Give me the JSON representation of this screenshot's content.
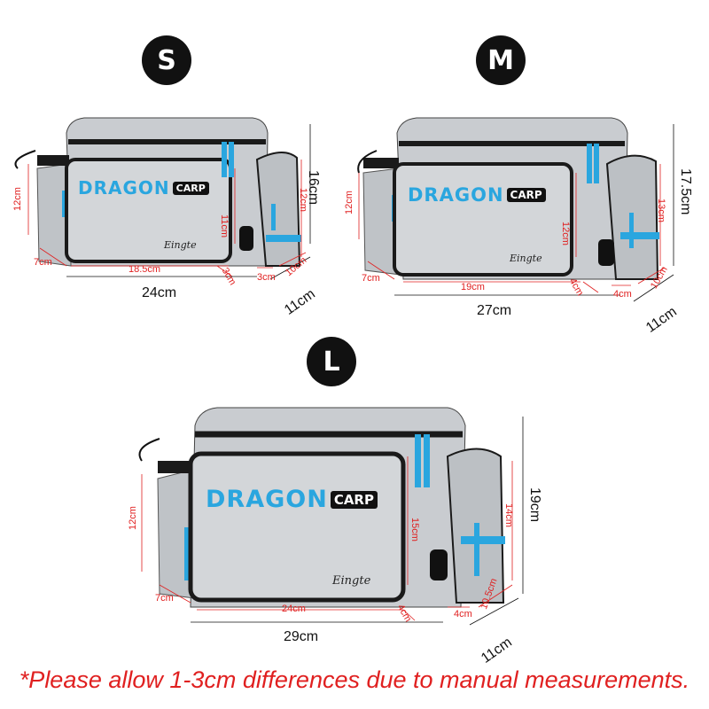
{
  "sizes": [
    {
      "badge": "S",
      "brand": {
        "dragon": "DRAGON",
        "carp": "CARP",
        "signature": "Eingte"
      },
      "dims": {
        "left_height": "12cm",
        "front_pocket_height": "11cm",
        "side_pocket_height": "12cm",
        "total_height": "16cm",
        "side_depth_bottom": "7cm",
        "front_pocket_width": "18.5cm",
        "front_pocket_depth": "3cm",
        "side_pocket_width": "3cm",
        "side_pocket_depth": "10cm",
        "total_width": "24cm",
        "total_depth": "11cm"
      }
    },
    {
      "badge": "M",
      "brand": {
        "dragon": "DRAGON",
        "carp": "CARP",
        "signature": "Eingte"
      },
      "dims": {
        "left_height": "12cm",
        "front_pocket_height": "12cm",
        "side_pocket_height": "13cm",
        "total_height": "17.5cm",
        "side_depth_bottom": "7cm",
        "front_pocket_width": "19cm",
        "front_pocket_depth": "4cm",
        "side_pocket_width": "4cm",
        "side_pocket_depth": "10cm",
        "total_width": "27cm",
        "total_depth": "11cm"
      }
    },
    {
      "badge": "L",
      "brand": {
        "dragon": "DRAGON",
        "carp": "CARP",
        "signature": "Eingte"
      },
      "dims": {
        "left_height": "12cm",
        "front_pocket_height": "15cm",
        "side_pocket_height": "14cm",
        "total_height": "19cm",
        "side_depth_bottom": "7cm",
        "front_pocket_width": "24cm",
        "front_pocket_depth": "4cm",
        "side_pocket_width": "4cm",
        "side_pocket_depth": "10.5cm",
        "total_width": "29cm",
        "total_depth": "11cm"
      }
    }
  ],
  "footer_note": "*Please allow 1-3cm differences due to manual measurements.",
  "colors": {
    "accent": "#2aa6df",
    "measure_red": "#e02020",
    "bag_grey": "#c8cbcf",
    "trim": "#1a1a1a"
  }
}
